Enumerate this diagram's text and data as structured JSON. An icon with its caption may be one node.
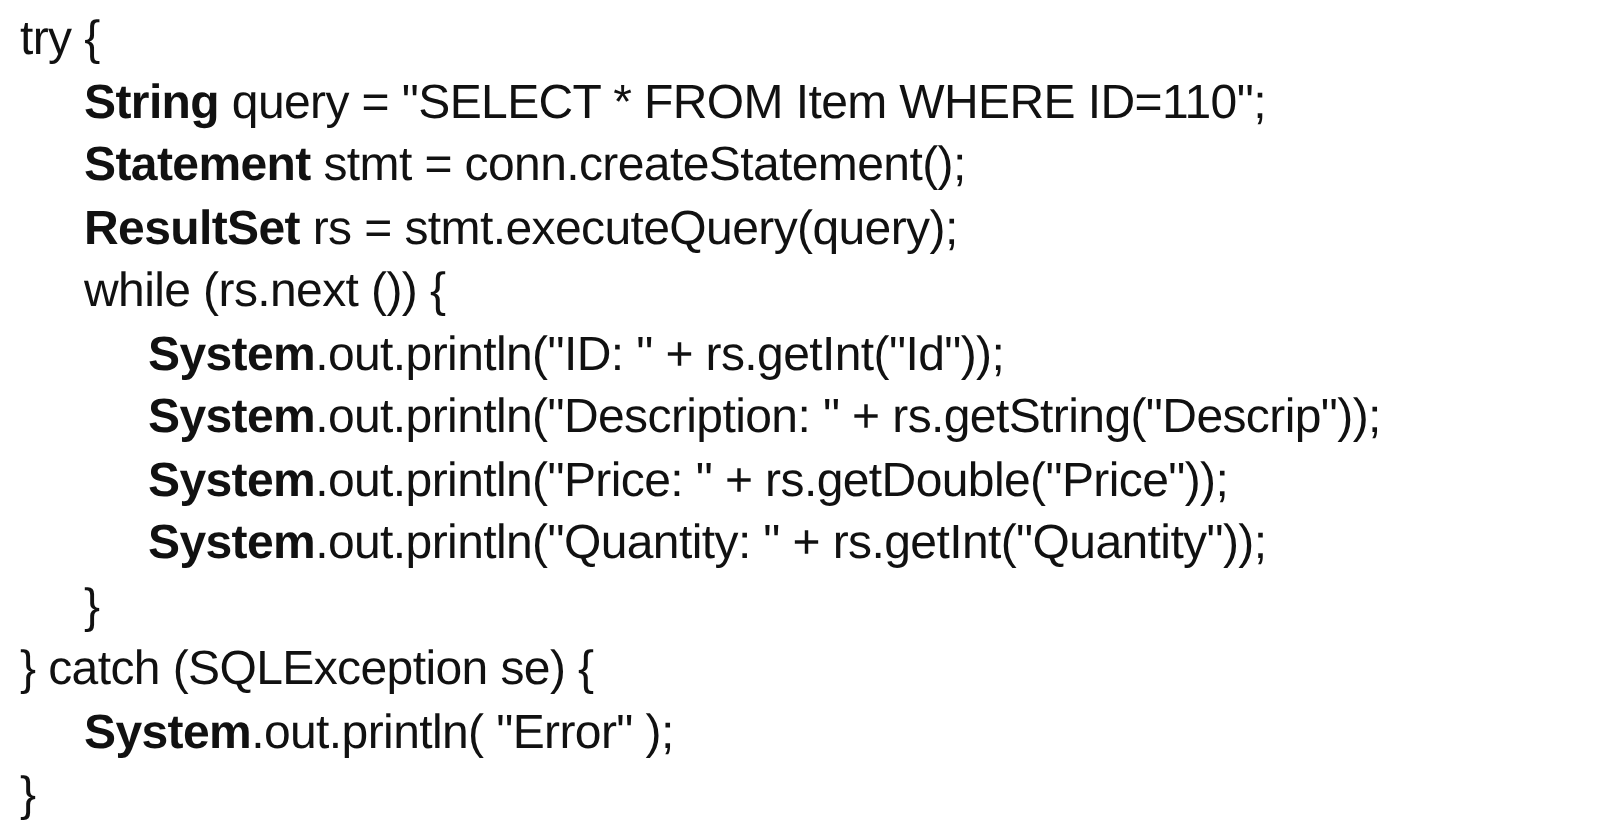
{
  "diagram": {
    "labels": [
      "try {",
      "String query = \"SELECT * FROM Item WHERE ID=110\";",
      "Statement stmt = conn.createStatement();",
      "ResultSet rs = stmt.executeQuery(query);",
      "while (rs.next ()) {",
      "System.out.println(\"ID: \" + rs.getInt(\"Id\"));",
      "System.out.println(\"Description: \" + rs.getString(\"Descrip\"));",
      "System.out.println(\"Price: \" + rs.getDouble(\"Price\"));",
      "System.out.println(\"Quantity: \" + rs.getInt(\"Quantity\"));",
      "}",
      "} catch (SQLException se) {",
      "System.out.println( \"Error\" );",
      "}"
    ]
  }
}
